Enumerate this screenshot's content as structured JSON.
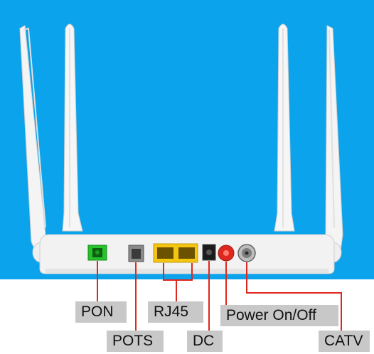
{
  "colors": {
    "background_blue": "#0ba3ec",
    "router_white": "#f2f2f2",
    "pon_port": "#27c32b",
    "lan_ports": "#f5c611",
    "power_button": "#e0271d",
    "callout_line": "#e0271d",
    "label_bg": "#c8c8c8"
  },
  "ports": {
    "pon": {
      "label": "PON",
      "icon": "pon-port-icon"
    },
    "pots": {
      "label": "POTS",
      "icon": "pots-port-icon"
    },
    "rj45": {
      "label": "RJ45",
      "icon": "rj45-port-icon"
    },
    "dc": {
      "label": "DC",
      "icon": "dc-jack-icon"
    },
    "power": {
      "label": "Power On/Off",
      "icon": "power-button-icon"
    },
    "catv": {
      "label": "CATV",
      "icon": "catv-connector-icon"
    }
  }
}
